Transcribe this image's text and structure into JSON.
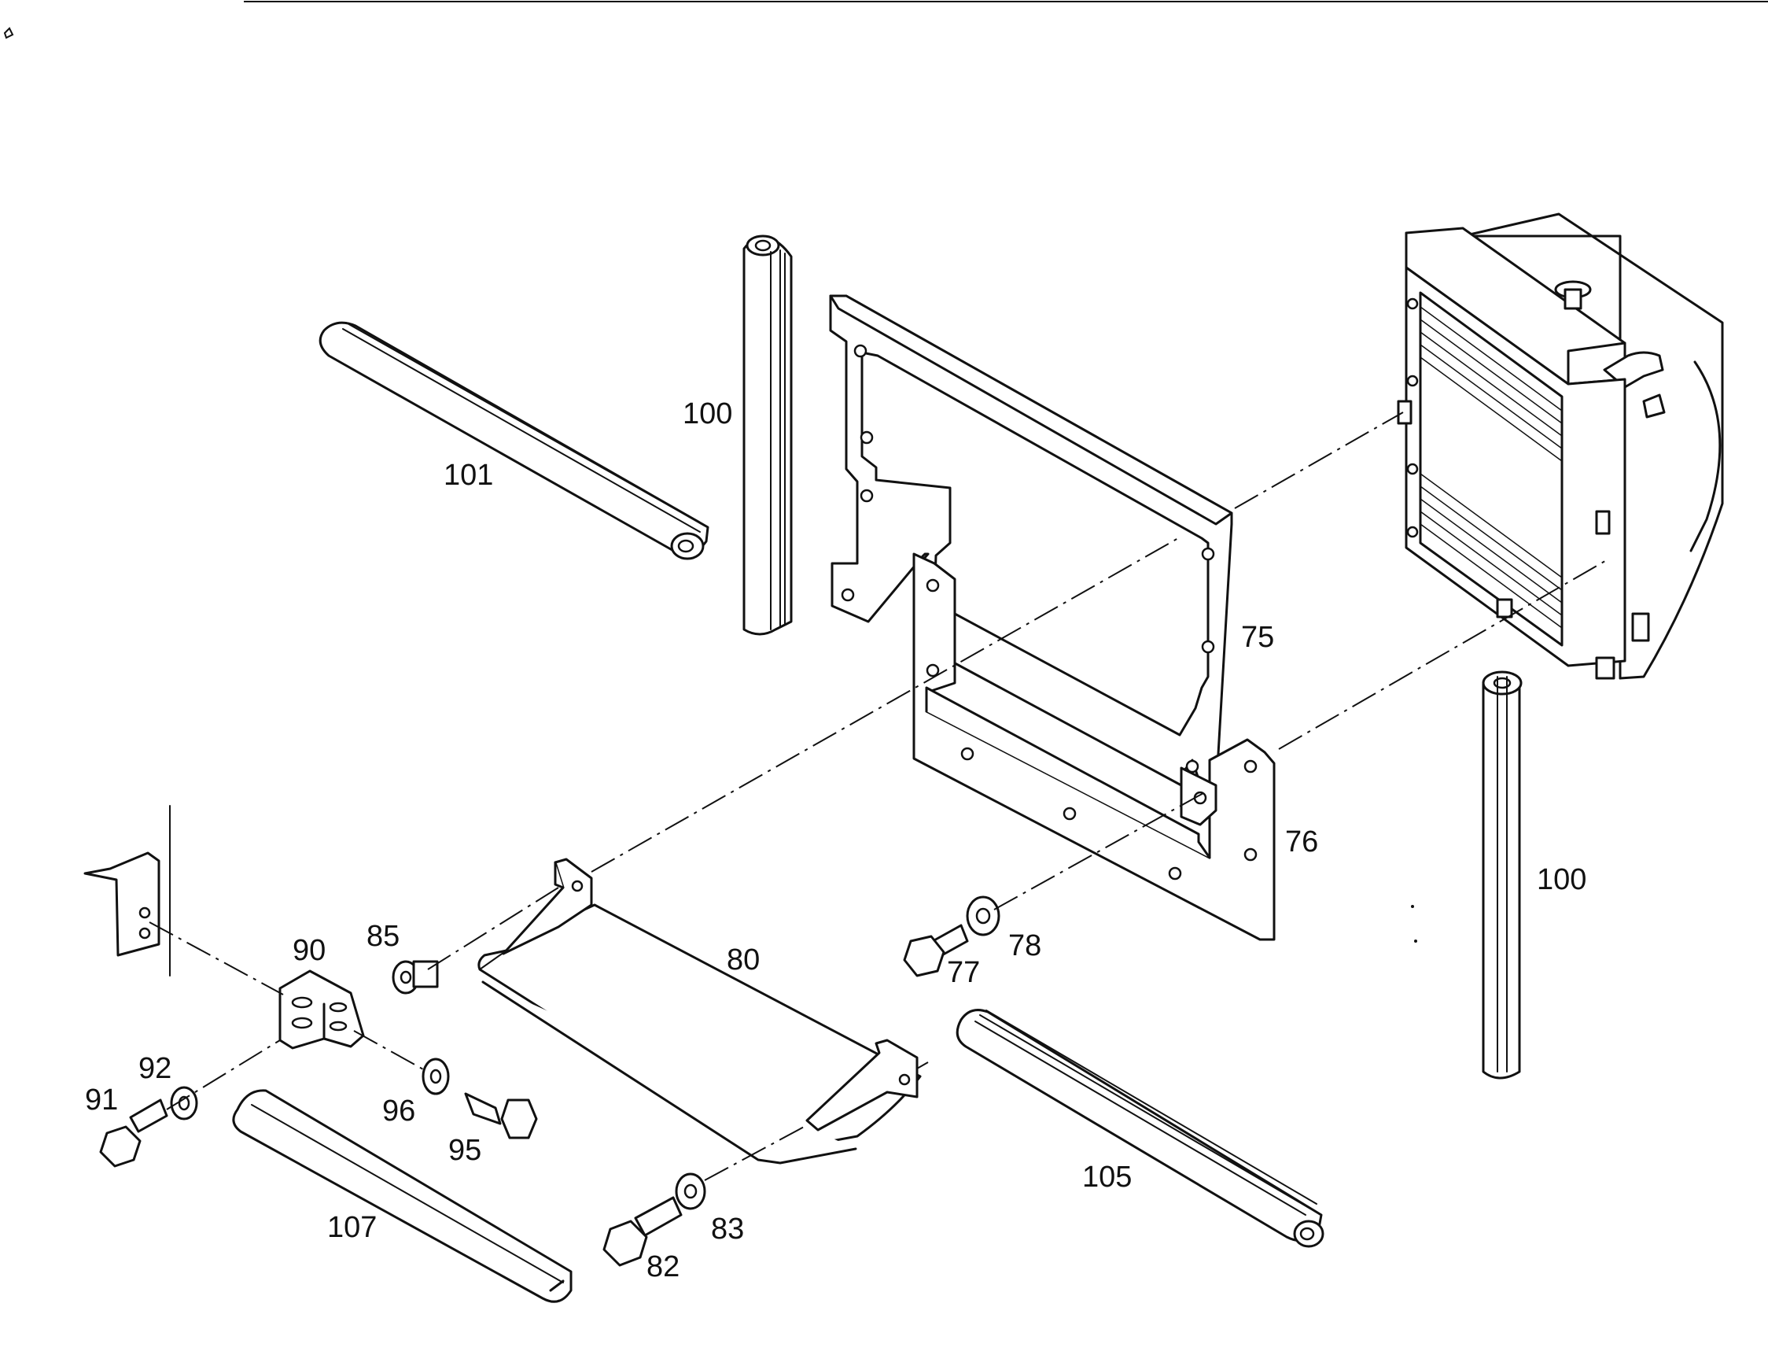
{
  "diagram": {
    "callouts": {
      "c75": "75",
      "c76": "76",
      "c77": "77",
      "c78": "78",
      "c80": "80",
      "c82": "82",
      "c83": "83",
      "c85": "85",
      "c90": "90",
      "c91": "91",
      "c92": "92",
      "c95": "95",
      "c96": "96",
      "c100a": "100",
      "c100b": "100",
      "c101": "101",
      "c105": "105",
      "c107": "107"
    }
  }
}
